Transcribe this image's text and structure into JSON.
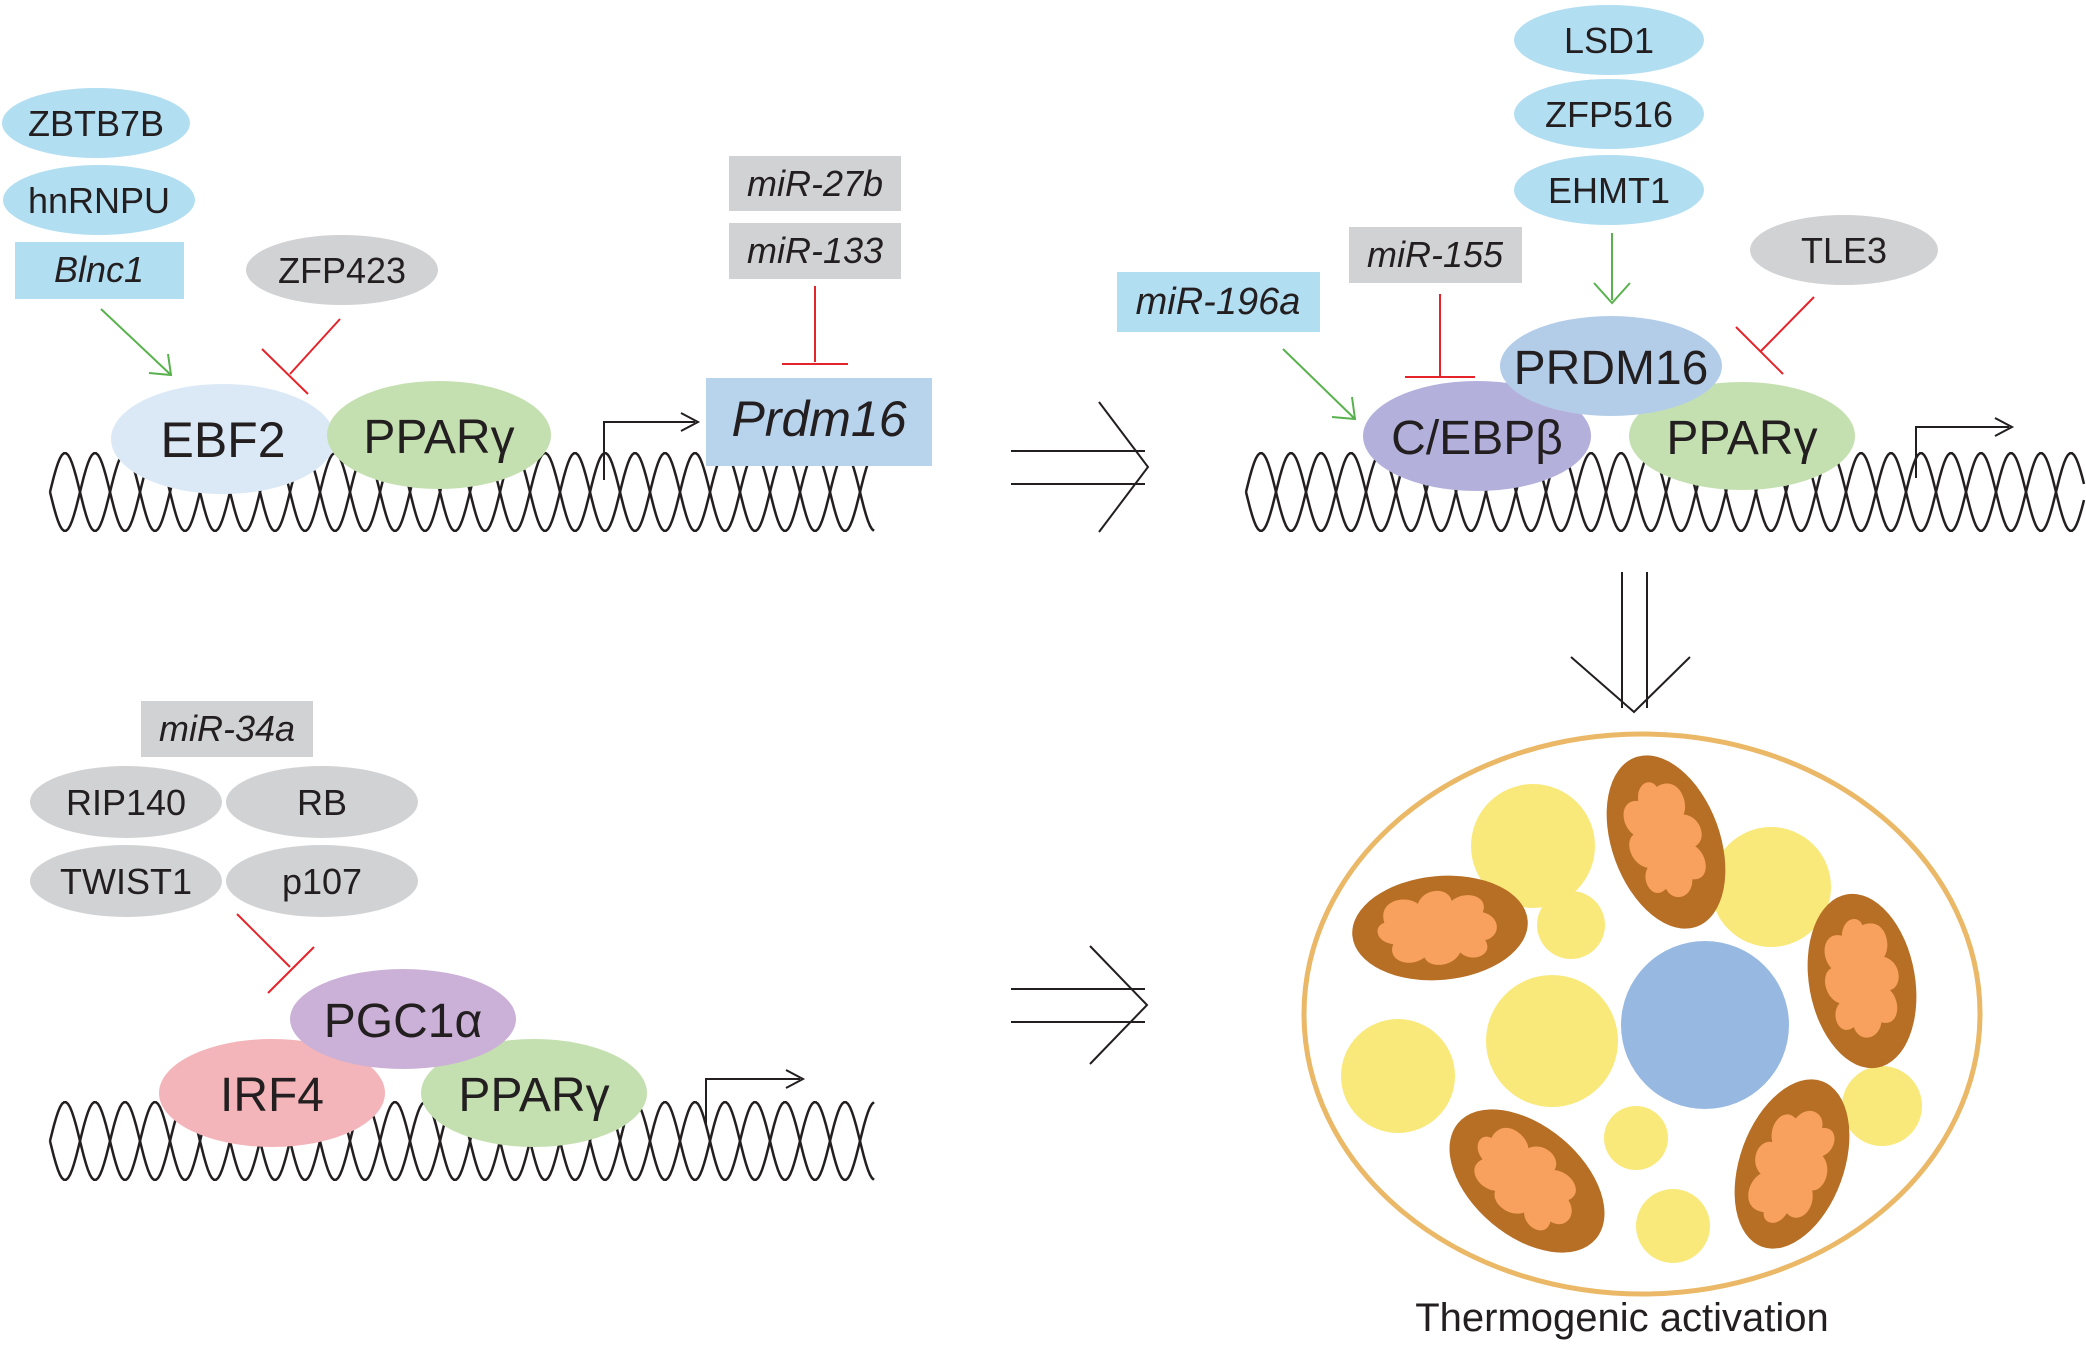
{
  "colors": {
    "blue_factor": "#b2def2",
    "grey_factor": "#d1d2d3",
    "ebf2": "#dbe9f7",
    "ppar": "#c5e0b0",
    "prdm16_gene": "#b8d3ec",
    "prdm16_protein": "#b3cde9",
    "cebpb": "#b3b1dc",
    "pgc1a": "#cbb1d7",
    "irf4": "#f3b5ba",
    "activation_arrow": "#59b24d",
    "inhibition_bar": "#e5232a",
    "cell_outline": "#eab866",
    "lipid_droplet": "#f9e97b",
    "nucleus": "#97b9e1",
    "mito_outer": "#b76f25",
    "mito_inner": "#f8a15e",
    "dna": "#231f20"
  },
  "panel1": {
    "zbtb7b": "ZBTB7B",
    "hnrnpu": "hnRNPU",
    "blnc1": "Blnc1",
    "zfp423": "ZFP423",
    "mir27b": "miR-27b",
    "mir133": "miR-133",
    "ebf2": "EBF2",
    "ppar": "PPARγ",
    "prdm16_gene": "Prdm16"
  },
  "panel2": {
    "lsd1": "LSD1",
    "zfp516": "ZFP516",
    "ehmt1": "EHMT1",
    "mir155": "miR-155",
    "tle3": "TLE3",
    "mir196a": "miR-196a",
    "prdm16": "PRDM16",
    "cebpb": "C/EBPβ",
    "ppar": "PPARγ"
  },
  "panel3": {
    "mir34a": "miR-34a",
    "rip140": "RIP140",
    "rb": "RB",
    "twist1": "TWIST1",
    "p107": "p107",
    "pgc1a": "PGC1α",
    "irf4": "IRF4",
    "ppar": "PPARγ"
  },
  "cell": {
    "caption": "Thermogenic activation"
  }
}
